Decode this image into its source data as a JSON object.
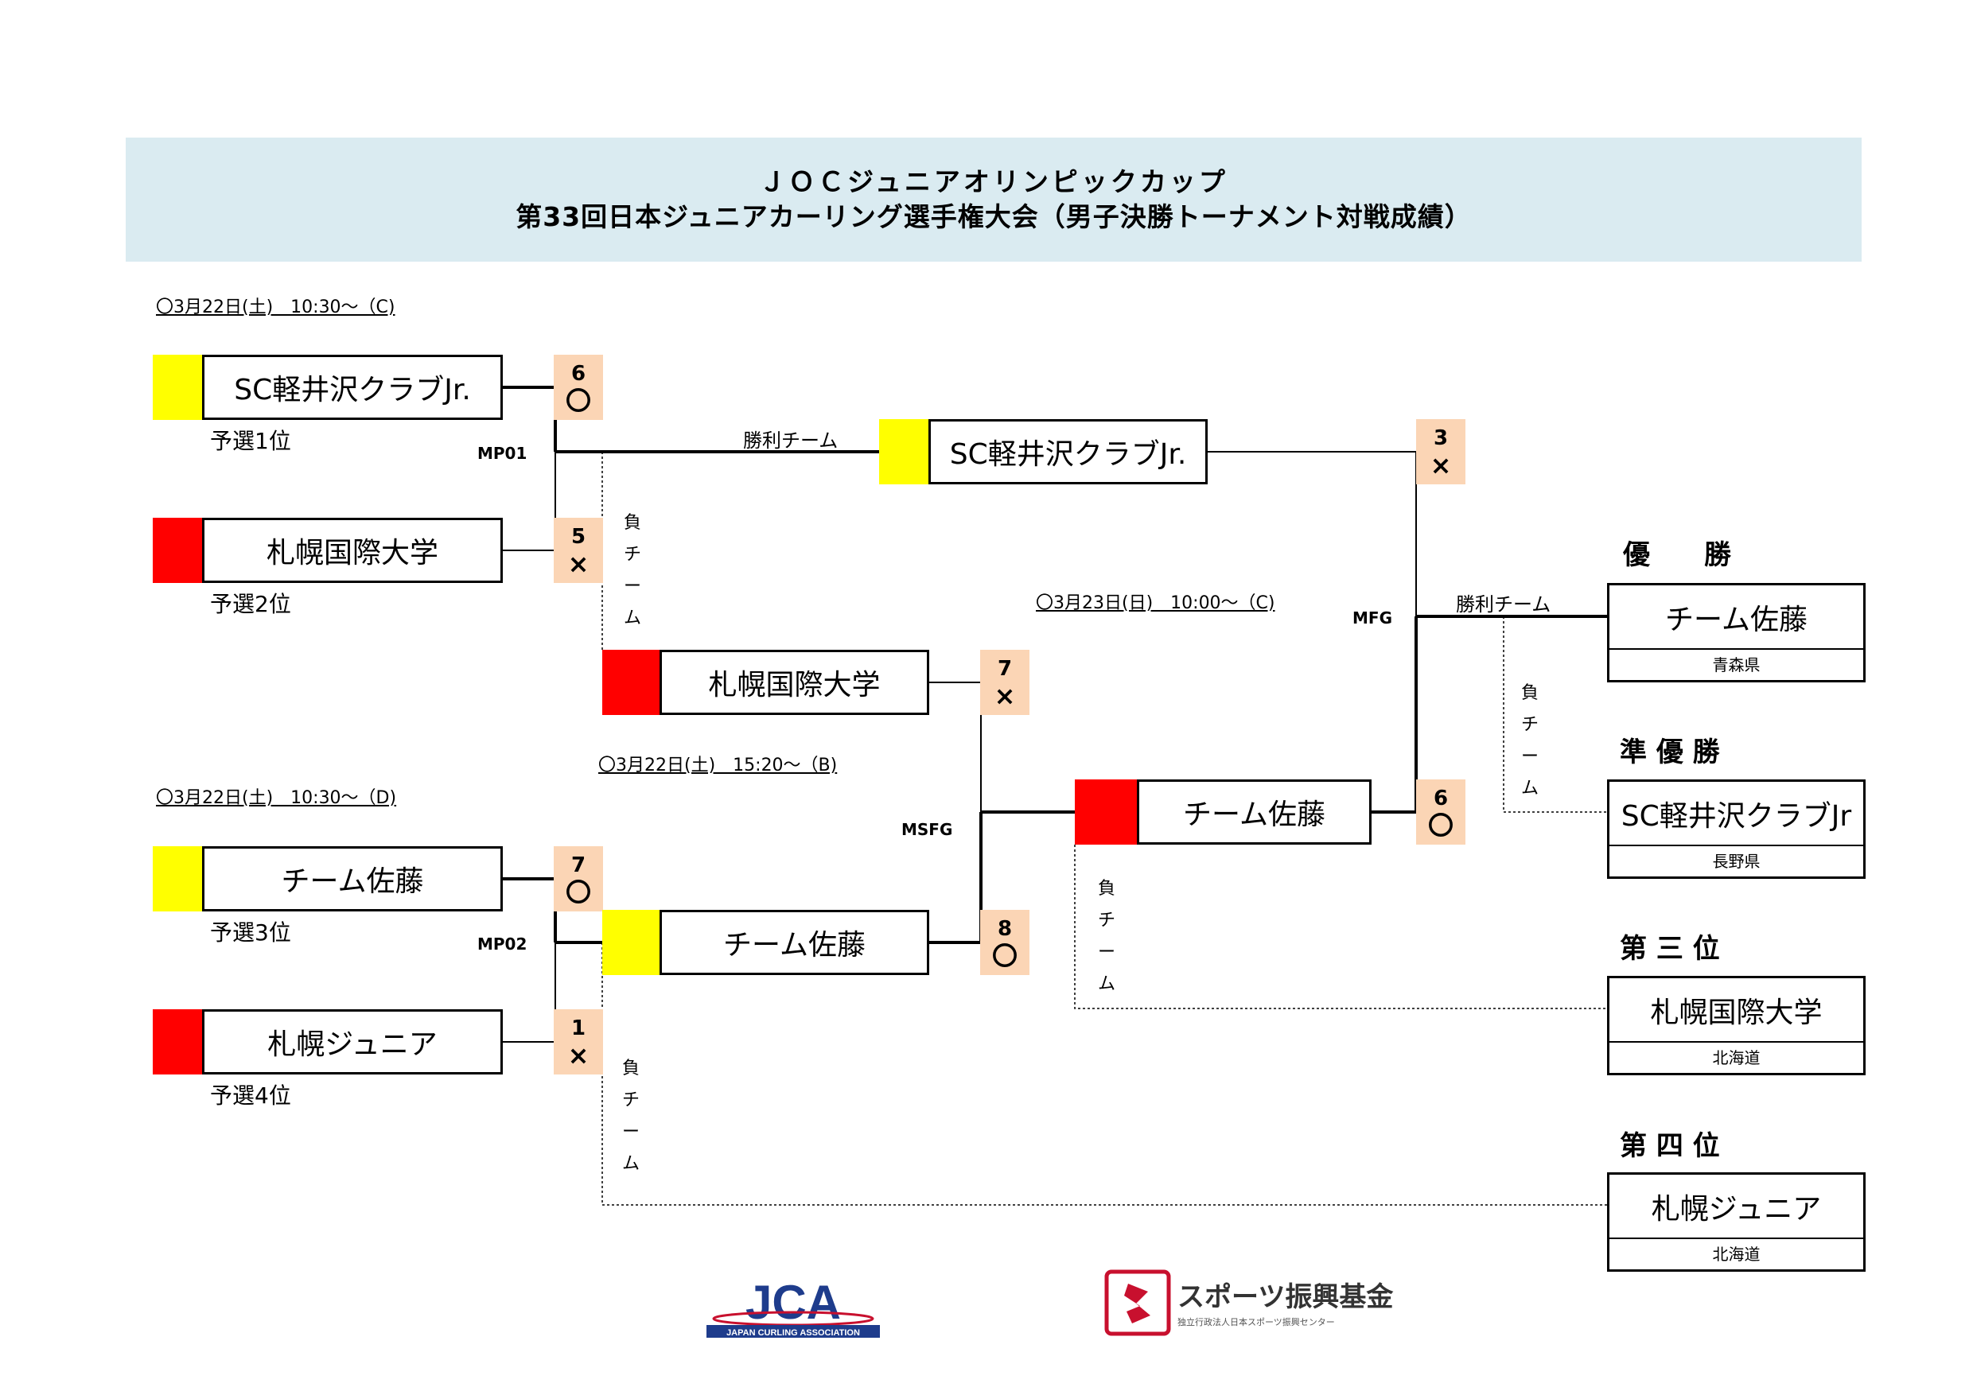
{
  "header": {
    "title_line1": "ＪＯＣジュニアオリンピックカップ",
    "title_line2": "第33回日本ジュニアカーリング選手権大会（男子決勝トーナメント対戦成績）"
  },
  "schedules": {
    "mp01": "〇3月22日(土)　10:30～（C)",
    "mp02": "〇3月22日(土)　10:30～（D)",
    "msfg": "〇3月22日(土)　15:20～（B)",
    "mfg": "〇3月23日(日)　10:00～（C)"
  },
  "colors": {
    "yellow": "#ffff00",
    "red": "#ff0000",
    "score_bg": "#fbd5b5",
    "header_bg": "#daebf1"
  },
  "mp01": {
    "code": "MP01",
    "team1": {
      "name": "SC軽井沢クラブJr.",
      "rank": "予選1位",
      "score": "6",
      "result": "〇"
    },
    "team2": {
      "name": "札幌国際大学",
      "rank": "予選2位",
      "score": "5",
      "result": "×"
    }
  },
  "mp02": {
    "code": "MP02",
    "team1": {
      "name": "チーム佐藤",
      "rank": "予選3位",
      "score": "7",
      "result": "〇"
    },
    "team2": {
      "name": "札幌ジュニア",
      "rank": "予選4位",
      "score": "1",
      "result": "×"
    }
  },
  "msfg": {
    "code": "MSFG",
    "team1": {
      "name": "札幌国際大学",
      "score": "7",
      "result": "×"
    },
    "team2": {
      "name": "チーム佐藤",
      "score": "8",
      "result": "〇"
    }
  },
  "mfg": {
    "code": "MFG",
    "team1": {
      "name": "SC軽井沢クラブJr.",
      "score": "3",
      "result": "×"
    },
    "team2": {
      "name": "チーム佐藤",
      "score": "6",
      "result": "〇"
    }
  },
  "labels": {
    "winner_team": "勝利チーム",
    "loser_team": "負チーム"
  },
  "standings": [
    {
      "place": "優　　勝",
      "team": "チーム佐藤",
      "pref": "青森県"
    },
    {
      "place": "準 優 勝",
      "team": "SC軽井沢クラブJr",
      "pref": "長野県"
    },
    {
      "place": "第 三 位",
      "team": "札幌国際大学",
      "pref": "北海道"
    },
    {
      "place": "第 四 位",
      "team": "札幌ジュニア",
      "pref": "北海道"
    }
  ],
  "logos": {
    "jca_text": "JCA",
    "jca_sub": "JAPAN CURLING ASSOCIATION",
    "sports_text": "スポーツ振興基金",
    "sports_sub": "独立行政法人日本スポーツ振興センター"
  }
}
